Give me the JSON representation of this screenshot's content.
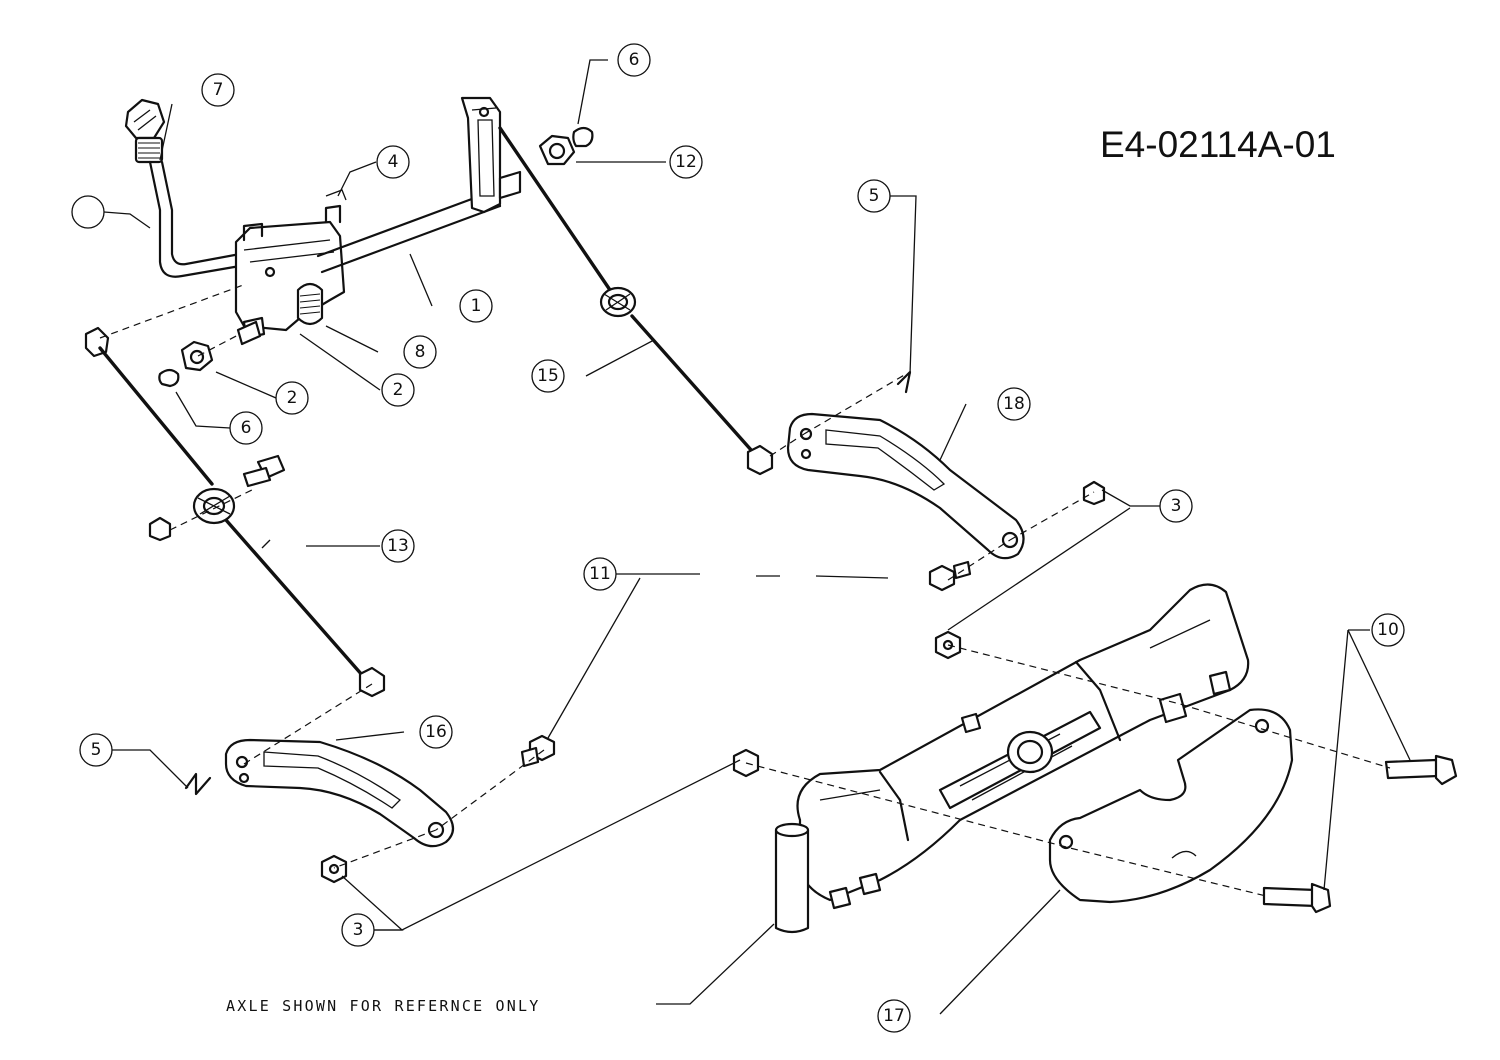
{
  "drawing_number": "E4-02114A-01",
  "note": "AXLE SHOWN FOR REFERNCE ONLY",
  "callouts": {
    "c1": "1",
    "c2a": "2",
    "c2b": "2",
    "c3a": "3",
    "c3b": "3",
    "c4": "4",
    "c5a": "5",
    "c5b": "5",
    "c6a": "6",
    "c6b": "6",
    "c7": "7",
    "c8": "8",
    "c10": "10",
    "c11": "11",
    "c12": "12",
    "c13": "13",
    "c15": "15",
    "c16": "16",
    "c17": "17",
    "c18": "18"
  }
}
